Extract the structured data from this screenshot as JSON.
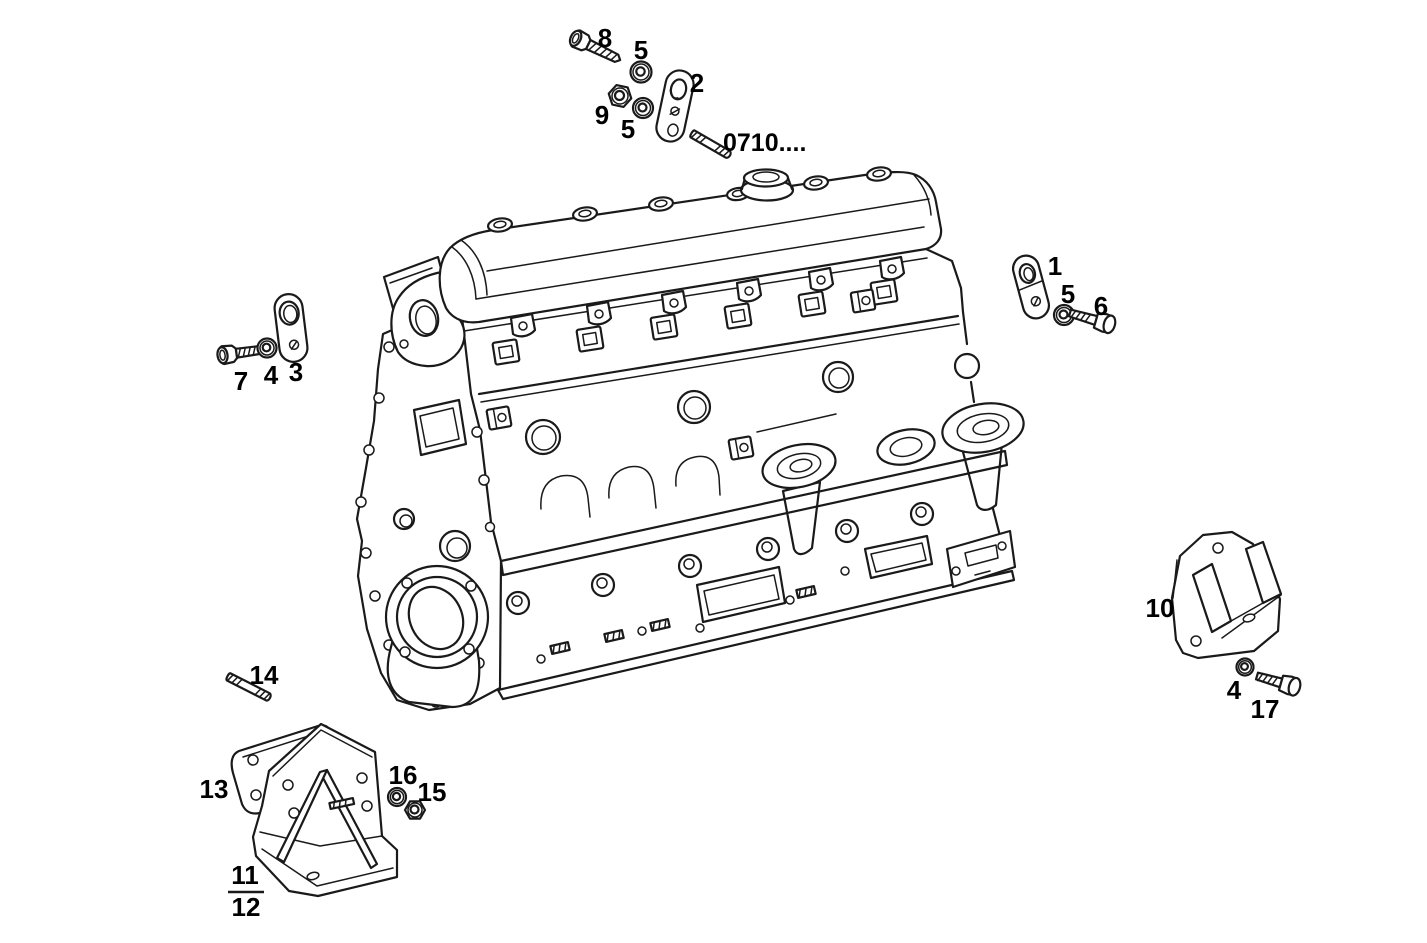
{
  "diagram": {
    "background_color": "#ffffff",
    "line_color": "#1a1a1a",
    "label_color": "#000000",
    "callouts": {
      "bolt8": {
        "label": "8"
      },
      "washer5a": {
        "label": "5"
      },
      "link2": {
        "label": "2"
      },
      "nut9": {
        "label": "9"
      },
      "washer5b": {
        "label": "5"
      },
      "stud0710": {
        "label": "0710...."
      },
      "bolt7": {
        "label": "7"
      },
      "washer4a": {
        "label": "4"
      },
      "link3": {
        "label": "3"
      },
      "link1": {
        "label": "1"
      },
      "washer5c": {
        "label": "5"
      },
      "bolt6": {
        "label": "6"
      },
      "bracket10": {
        "label": "10"
      },
      "washer4b": {
        "label": "4"
      },
      "bolt17": {
        "label": "17"
      },
      "stud14": {
        "label": "14"
      },
      "plate13": {
        "label": "13"
      },
      "washer16": {
        "label": "16"
      },
      "nut15": {
        "label": "15"
      },
      "bracket11": {
        "label": "11"
      },
      "bracket12": {
        "label": "12"
      }
    }
  }
}
